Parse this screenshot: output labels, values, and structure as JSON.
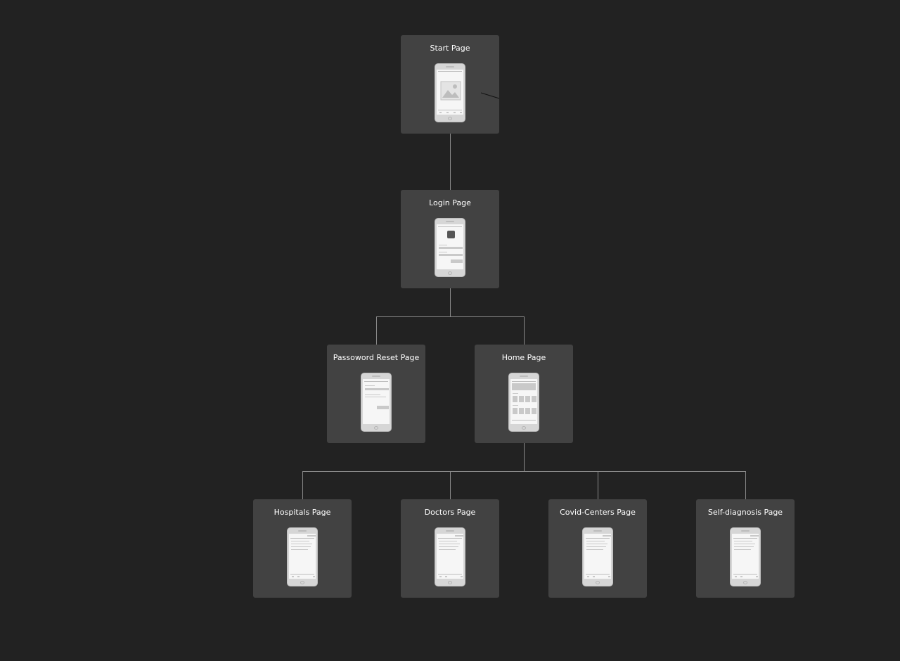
{
  "diagram": {
    "nodes": [
      {
        "id": "start",
        "title": "Start Page"
      },
      {
        "id": "login",
        "title": "Login Page"
      },
      {
        "id": "reset",
        "title": "Passoword Reset Page"
      },
      {
        "id": "home",
        "title": "Home Page"
      },
      {
        "id": "hospitals",
        "title": "Hospitals Page"
      },
      {
        "id": "doctors",
        "title": "Doctors Page"
      },
      {
        "id": "covid",
        "title": "Covid-Centers Page"
      },
      {
        "id": "selfdiag",
        "title": "Self-diagnosis Page"
      }
    ],
    "edges": [
      {
        "from": "start",
        "to": "login"
      },
      {
        "from": "login",
        "to": "reset"
      },
      {
        "from": "login",
        "to": "home"
      },
      {
        "from": "home",
        "to": "hospitals"
      },
      {
        "from": "home",
        "to": "doctors"
      },
      {
        "from": "home",
        "to": "covid"
      },
      {
        "from": "home",
        "to": "selfdiag"
      }
    ],
    "colors": {
      "canvas": "#222222",
      "node": "#424242",
      "connector": "#8a8a8a",
      "title_text": "#ffffff",
      "phone": "#d6d6d6"
    }
  }
}
